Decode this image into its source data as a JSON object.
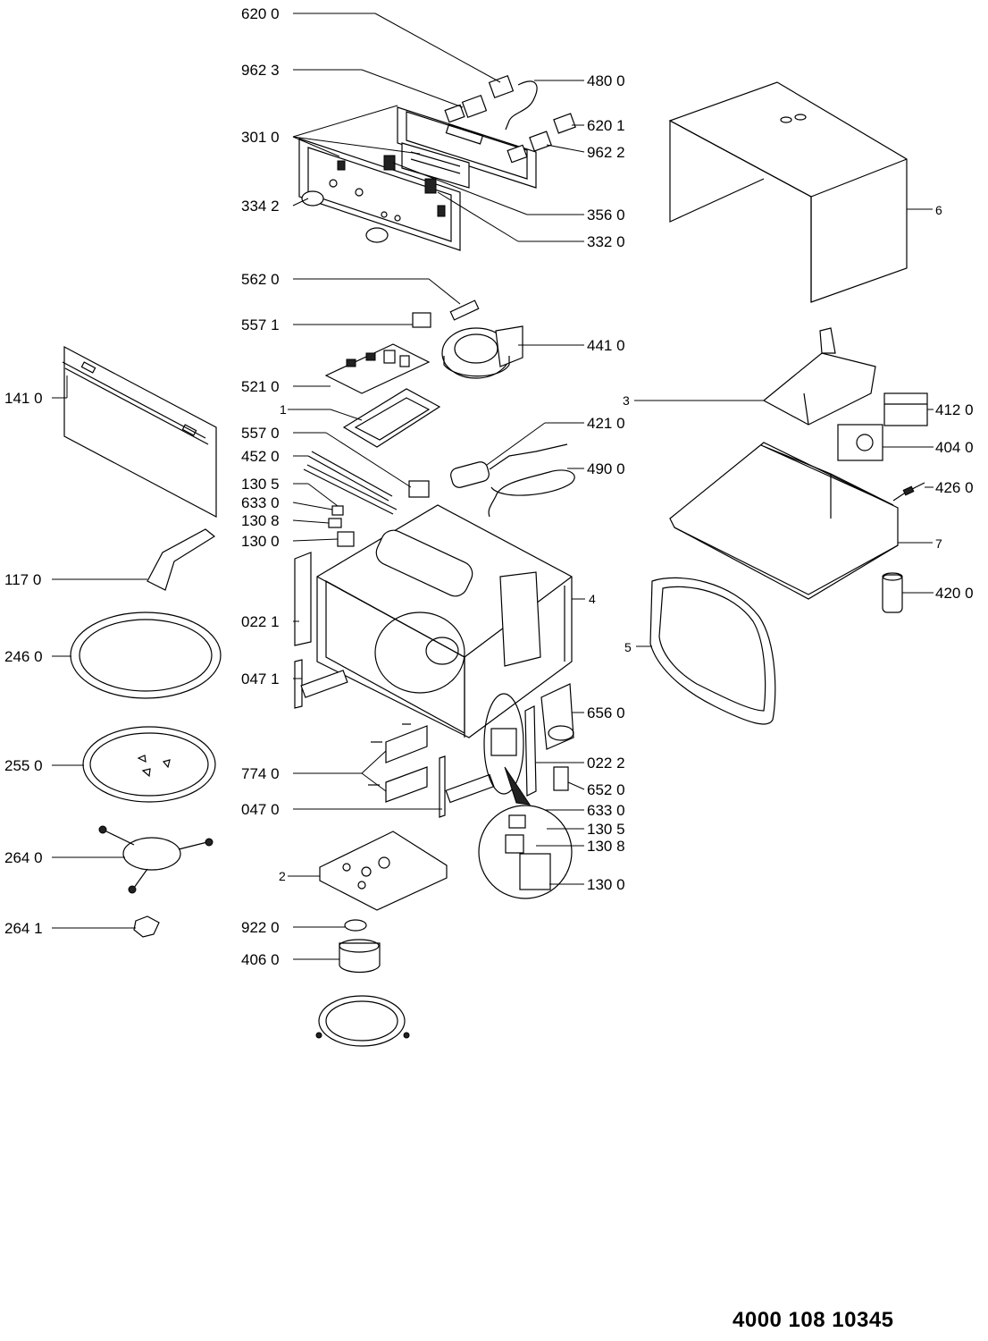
{
  "document_number": "4000 108 10345",
  "labels": {
    "l620_0": "620 0",
    "l962_3": "962 3",
    "l480_0": "480 0",
    "l620_1": "620 1",
    "l301_0": "301 0",
    "l962_2": "962 2",
    "l356_0": "356 0",
    "l334_2": "334 2",
    "l332_0": "332 0",
    "l6": "6",
    "l562_0": "562 0",
    "l557_1": "557 1",
    "l441_0": "441 0",
    "l141_0": "141 0",
    "l521_0": "521 0",
    "l1": "1",
    "l3": "3",
    "l412_0": "412 0",
    "l421_0": "421 0",
    "l557_0": "557 0",
    "l404_0": "404 0",
    "l452_0": "452 0",
    "l490_0": "490 0",
    "l130_5a": "130 5",
    "l426_0": "426 0",
    "l633_0a": "633 0",
    "l130_8a": "130 8",
    "l7": "7",
    "l130_0a": "130 0",
    "l117_0": "117 0",
    "l4": "4",
    "l420_0": "420 0",
    "l022_1": "022 1",
    "l5": "5",
    "l246_0": "246 0",
    "l047_1": "047 1",
    "l656_0": "656 0",
    "l255_0": "255 0",
    "l774_0": "774 0",
    "l022_2": "022 2",
    "l652_0": "652 0",
    "l047_0": "047 0",
    "l633_0b": "633 0",
    "l130_5b": "130 5",
    "l130_8b": "130 8",
    "l264_0": "264 0",
    "l2": "2",
    "l130_0b": "130 0",
    "l264_1": "264 1",
    "l922_0": "922 0",
    "l406_0": "406 0"
  }
}
